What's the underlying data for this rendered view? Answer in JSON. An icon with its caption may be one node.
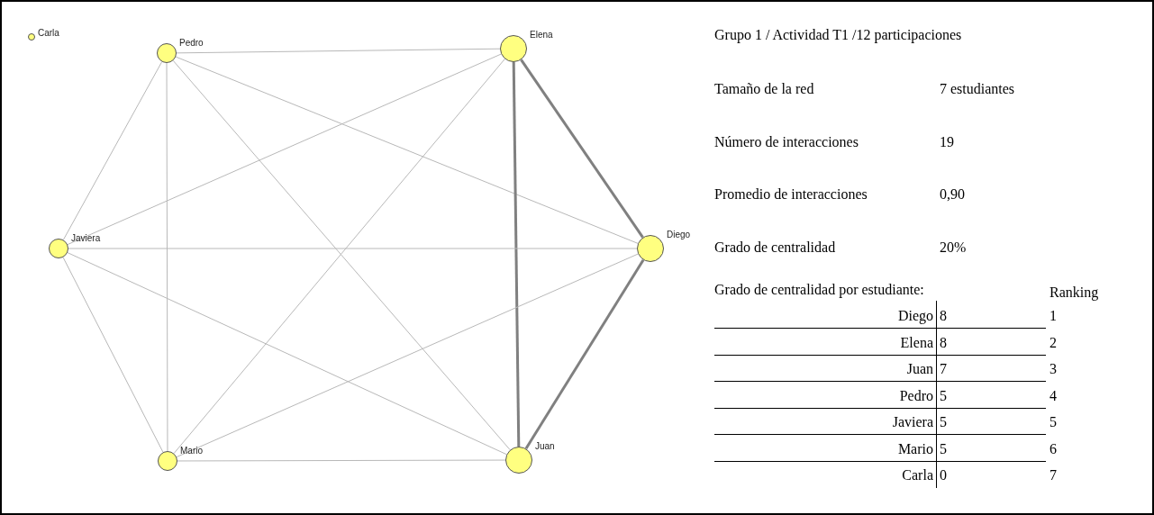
{
  "diagram": {
    "title": "Grupo 1 / Actividad T1 /12 participaciones",
    "nodes": [
      {
        "text": [
          "Carla"
        ]
      },
      {
        "text": [
          "Pedro"
        ]
      },
      {
        "text": [
          "Elena"
        ]
      },
      {
        "text": [
          "Javiera"
        ]
      },
      {
        "text": [
          "Diego"
        ]
      },
      {
        "text": [
          "Mario"
        ]
      },
      {
        "text": [
          "Juan"
        ]
      }
    ],
    "edges": [
      {
        "from": 1,
        "to": 2,
        "arrow": "none"
      },
      {
        "from": 1,
        "to": 3,
        "arrow": "none"
      },
      {
        "from": 1,
        "to": 5,
        "arrow": "none"
      },
      {
        "from": 1,
        "to": 6,
        "arrow": "none"
      },
      {
        "from": 1,
        "to": 4,
        "arrow": "none"
      },
      {
        "from": 2,
        "to": 3,
        "arrow": "none"
      },
      {
        "from": 2,
        "to": 5,
        "arrow": "none"
      },
      {
        "from": 2,
        "to": 6,
        "arrow": "none",
        "style": "thick",
        "color": "#808080"
      },
      {
        "from": 2,
        "to": 4,
        "arrow": "none",
        "style": "thick",
        "color": "#808080"
      },
      {
        "from": 3,
        "to": 4,
        "arrow": "none"
      },
      {
        "from": 3,
        "to": 5,
        "arrow": "none"
      },
      {
        "from": 3,
        "to": 6,
        "arrow": "none"
      },
      {
        "from": 4,
        "to": 5,
        "arrow": "none"
      },
      {
        "from": 4,
        "to": 6,
        "arrow": "none",
        "style": "thick",
        "color": "#808080"
      },
      {
        "from": 5,
        "to": 6,
        "arrow": "none"
      }
    ],
    "labels": [
      "Tamaño de la red",
      "7 estudiantes",
      "Número de interacciones",
      "19",
      "Promedio de interacciones",
      "0,90",
      "Grado de centralidad",
      "20%",
      "Grado de centralidad por estudiante:",
      "Ranking",
      "Diego",
      "8",
      "1",
      "Elena",
      "8",
      "2",
      "Juan",
      "7",
      "3",
      "Pedro",
      "5",
      "4",
      "Javiera",
      "5",
      "5",
      "Mario",
      "5",
      "6",
      "Carla",
      "0",
      "7"
    ]
  }
}
